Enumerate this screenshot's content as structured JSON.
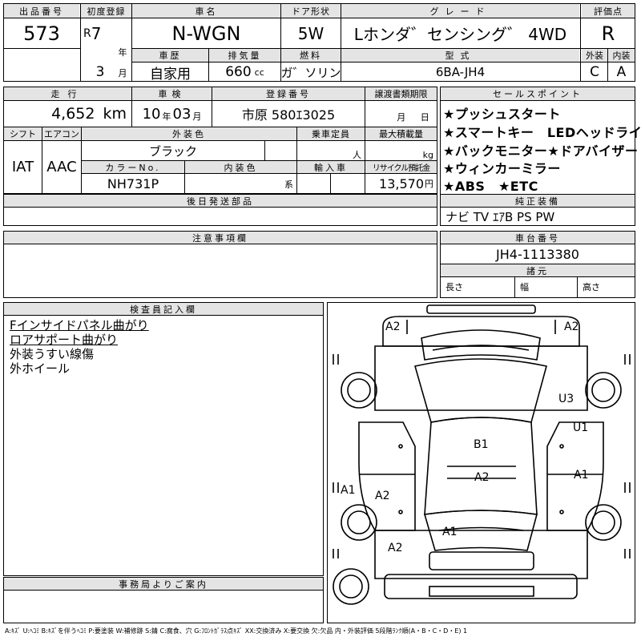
{
  "header": {
    "lot_no_label": "出品番号",
    "lot_no": "573",
    "first_reg_label": "初度登録",
    "era": "R",
    "year": "7",
    "year_unit": "年",
    "month": "3",
    "month_unit": "月",
    "car_name_label": "車名",
    "car_name": "N-WGN",
    "door_label": "ドア形状",
    "door": "5W",
    "grade_label": "グレード",
    "grade": "Lホンダ゛センシング゛  4WD",
    "score_label": "評価点",
    "score": "R",
    "history_label": "車歴",
    "history": "自家用",
    "displacement_label": "排気量",
    "displacement": "660",
    "displacement_unit": "cc",
    "fuel_label": "燃料",
    "fuel": "ガ゛ソリン",
    "model_label": "型式",
    "model": "6BA-JH4",
    "exterior_label": "外装",
    "exterior": "C",
    "interior_label": "内装",
    "interior": "A"
  },
  "row2": {
    "mileage_label": "走行",
    "mileage": "4,652",
    "mileage_unit": "km",
    "inspection_label": "車検",
    "insp_year": "10",
    "insp_year_unit": "年",
    "insp_month": "03",
    "insp_month_unit": "月",
    "reg_no_label": "登録番号",
    "reg_no": "市原 580ｴ3025",
    "transfer_label": "譲渡書類期限",
    "transfer_month_unit": "月",
    "transfer_day_unit": "日",
    "shift_label": "シフト",
    "shift": "IAT",
    "ac_label": "エアコン",
    "ac": "AAC",
    "ext_color_label": "外装色",
    "ext_color": "ブラック",
    "capacity_label": "乗車定員",
    "capacity_unit": "人",
    "max_load_label": "最大積載量",
    "max_load_unit": "kg",
    "color_no_label": "カラーNo.",
    "color_no": "NH731P",
    "int_color_label": "内装色",
    "int_color_unit": "系",
    "import_label": "輸入車",
    "recycle_label": "リサイクル預託金",
    "recycle": "13,570",
    "recycle_unit": "円"
  },
  "sales_points": {
    "label": "セールスポイント",
    "items": [
      "★プッシュスタート",
      "★スマートキー　LEDヘッドライト",
      "★バックモニター★ドアバイザー",
      "★ウィンカーミラー",
      "★ABS　★ETC"
    ]
  },
  "options": {
    "label": "純正装備",
    "value": "ナビ TV ｴｱB PS PW"
  },
  "later_parts": {
    "label": "後日発送部品"
  },
  "caution": {
    "label": "注意事項欄"
  },
  "chassis": {
    "label": "車台番号",
    "value": "JH4-1113380",
    "spec_label": "諸元",
    "length_label": "長さ",
    "width_label": "幅",
    "height_label": "高さ"
  },
  "inspector": {
    "label": "検査員記入欄",
    "lines": [
      "Fインサイドパネル曲がり",
      "ロアサポート曲がり",
      "外装うすい線傷",
      "外ホイール"
    ]
  },
  "office": {
    "label": "事務局よりご案内"
  },
  "diagram": {
    "marks": [
      "A2",
      "A2",
      "U3",
      "U1",
      "B1",
      "A2",
      "A1",
      "A1",
      "A2",
      "A1",
      "A2"
    ]
  },
  "legend": "A:ｷｽﾞ U:ﾍｺﾐ B:ｷｽﾞを伴うﾍｺﾐ P:要塗装 W:補修跡 S:錆 C:腐食、穴 G:ﾌﾛﾝﾄｶﾞﾗｽ点ｷｽﾞ XX:交換済み X:要交換 欠:欠品 内・外装評価 5段階ﾗﾝｸ順(A・B・C・D・E) 1"
}
